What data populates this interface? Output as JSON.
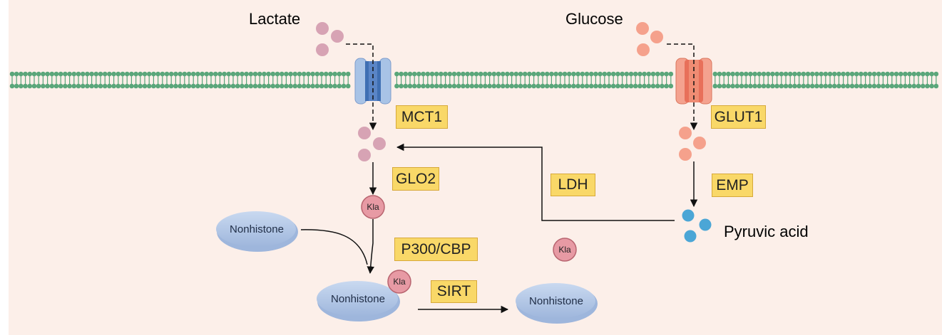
{
  "metabolites": {
    "lactate": "Lactate",
    "glucose": "Glucose",
    "pyruvic_acid": "Pyruvic acid"
  },
  "enzymes": {
    "mct1": "MCT1",
    "glut1": "GLUT1",
    "glo2": "GLO2",
    "ldh": "LDH",
    "emp": "EMP",
    "p300_cbp": "P300/CBP",
    "sirt": "SIRT"
  },
  "proteins": {
    "nonhistone_1": "Nonhistone",
    "nonhistone_2": "Nonhistone",
    "nonhistone_3": "Nonhistone"
  },
  "modifications": {
    "kla_1": "Kla",
    "kla_2": "Kla",
    "kla_3": "Kla"
  },
  "colors": {
    "background": "#fcefe9",
    "membrane": "#5aa67a",
    "lactate_dot": "#d7a3b4",
    "glucose_dot": "#f5a18c",
    "pyruvate_dot": "#4ba6d6",
    "mct1_channel": "#a8c3e6",
    "glut1_channel": "#f08c73",
    "enzyme_box": "#f9d868",
    "nonhistone": "#b7cbe8",
    "kla": "#e79aa4"
  }
}
